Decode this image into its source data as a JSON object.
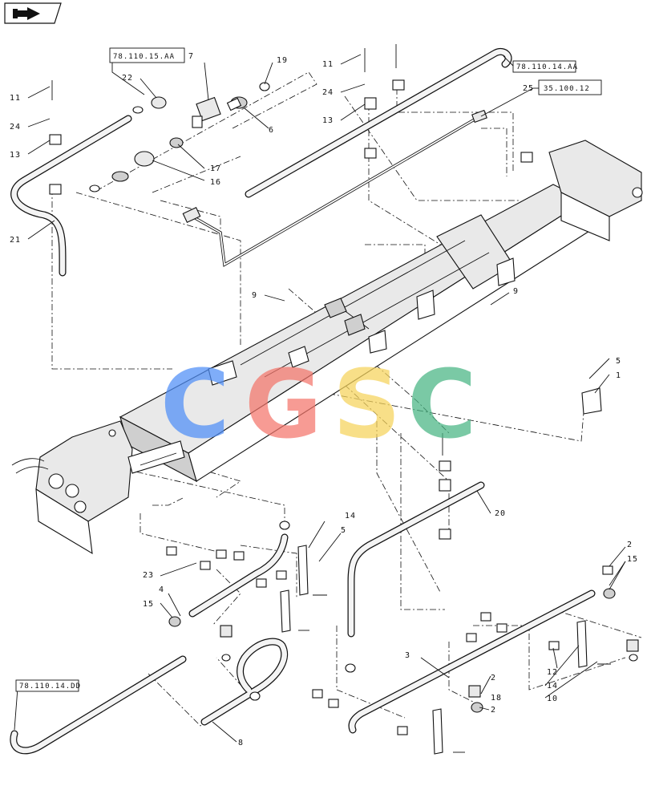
{
  "icons": {
    "corner_icon": "arrow-book-icon"
  },
  "watermark": {
    "letters": [
      {
        "char": "C",
        "color": "#4f8ef7"
      },
      {
        "char": "G",
        "color": "#f4766b"
      },
      {
        "char": "S",
        "color": "#f6d35b"
      },
      {
        "char": "C",
        "color": "#48b583"
      }
    ]
  },
  "references": {
    "r1": "78.110.15.AA",
    "r2": "78.110.14.AA",
    "r3": "35.100.12",
    "r4": "78.110.14.DD"
  },
  "callouts": {
    "c1": "1",
    "c2": "2",
    "c3": "2",
    "c4": "2",
    "c5": "3",
    "c6": "4",
    "c7": "5",
    "c8": "5",
    "c9": "6",
    "c10": "7",
    "c11": "8",
    "c12": "9",
    "c13": "9",
    "c14": "10",
    "c15": "11",
    "c16": "11",
    "c17": "12",
    "c18": "13",
    "c19": "13",
    "c20": "14",
    "c21": "14",
    "c22": "15",
    "c23": "15",
    "c24": "16",
    "c25": "17",
    "c26": "18",
    "c27": "19",
    "c28": "20",
    "c29": "21",
    "c30": "22",
    "c31": "23",
    "c32": "24",
    "c33": "24",
    "c34": "25"
  }
}
